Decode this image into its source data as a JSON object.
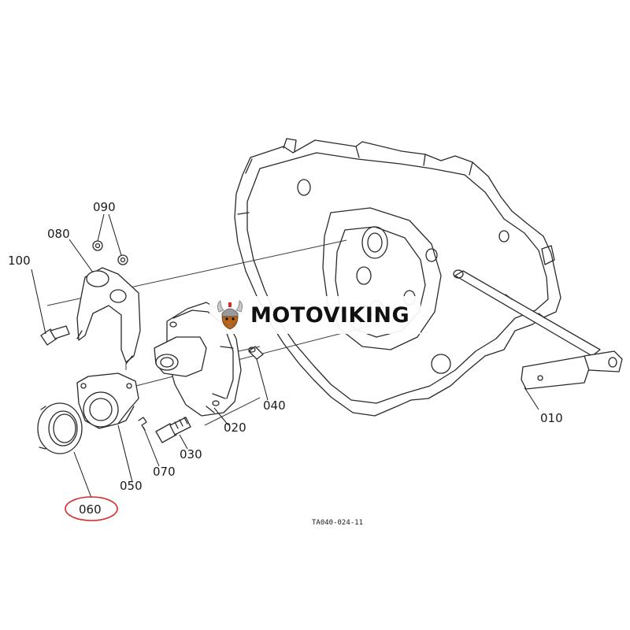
{
  "watermark": {
    "text": "MOTOVIKING",
    "logo_icon": "viking-helmet-logo-icon",
    "color": "#111111"
  },
  "drawing_code": "TA040-024-11",
  "parts": {
    "p010": "010",
    "p020": "020",
    "p030": "030",
    "p040": "040",
    "p050": "050",
    "p060": "060",
    "p070": "070",
    "p080": "080",
    "p090": "090",
    "p100": "100"
  },
  "highlight": {
    "part": "060",
    "color": "#d42a2a"
  },
  "line_color": "#2a2a2a"
}
